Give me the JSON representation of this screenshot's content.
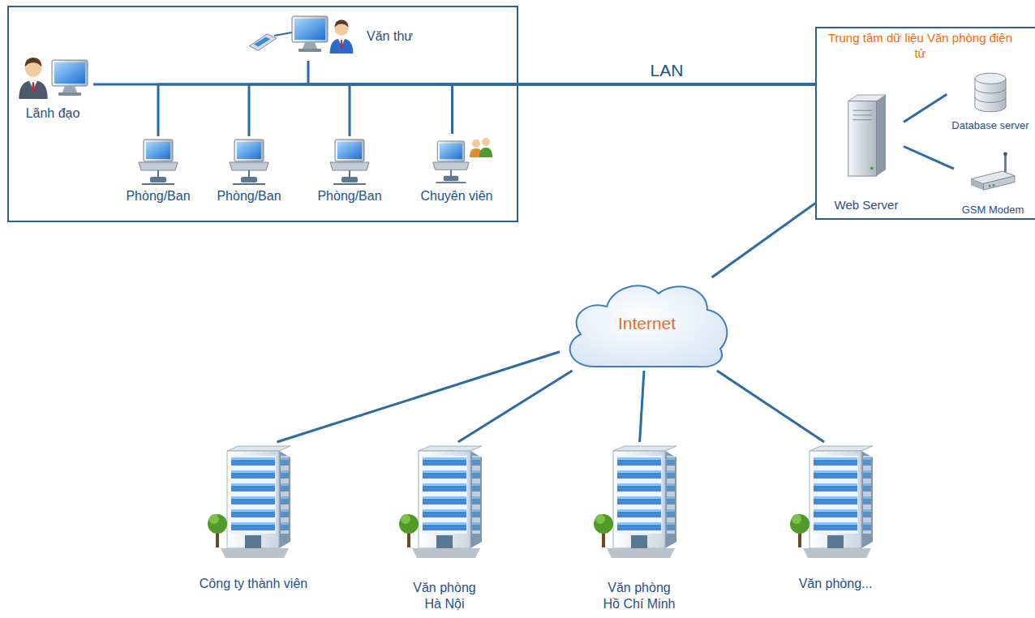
{
  "diagram": {
    "nodes": [
      {
        "text": [
          "Lãnh đạo"
        ]
      },
      {
        "text": [
          "Văn thư"
        ]
      },
      {
        "text": [
          "Phòng/Ban"
        ]
      },
      {
        "text": [
          "Phòng/Ban"
        ]
      },
      {
        "text": [
          "Phòng/Ban"
        ]
      },
      {
        "text": [
          "Chuyên viên"
        ]
      },
      {
        "text": [
          "Trung tâm dữ liệu Văn phòng điện tử"
        ]
      },
      {
        "text": [
          "Web Server"
        ],
        "in": 6
      },
      {
        "text": [
          "Database server"
        ],
        "in": 6
      },
      {
        "text": [
          "GSM Modem"
        ],
        "in": 6
      },
      {
        "text": [
          "Internet"
        ]
      },
      {
        "text": [
          "Công ty thành viên"
        ]
      },
      {
        "text": [
          "Văn phòng Hà Nội"
        ]
      },
      {
        "text": [
          "Văn phòng Hồ Chí Minh"
        ]
      },
      {
        "text": [
          "Văn phòng..."
        ]
      }
    ],
    "edges": [
      {
        "from": 0,
        "to": 6,
        "arrow": "none",
        "label": "LAN"
      },
      {
        "from": 1,
        "to": 6,
        "arrow": "none"
      },
      {
        "from": 2,
        "to": 6,
        "arrow": "none"
      },
      {
        "from": 3,
        "to": 6,
        "arrow": "none"
      },
      {
        "from": 4,
        "to": 6,
        "arrow": "none"
      },
      {
        "from": 5,
        "to": 6,
        "arrow": "none"
      },
      {
        "from": 7,
        "to": 8,
        "arrow": "none"
      },
      {
        "from": 7,
        "to": 9,
        "arrow": "none"
      },
      {
        "from": 10,
        "to": 6,
        "arrow": "none"
      },
      {
        "from": 10,
        "to": 11,
        "arrow": "none"
      },
      {
        "from": 10,
        "to": 12,
        "arrow": "none"
      },
      {
        "from": 10,
        "to": 13,
        "arrow": "none"
      },
      {
        "from": 10,
        "to": 14,
        "arrow": "none"
      }
    ]
  }
}
